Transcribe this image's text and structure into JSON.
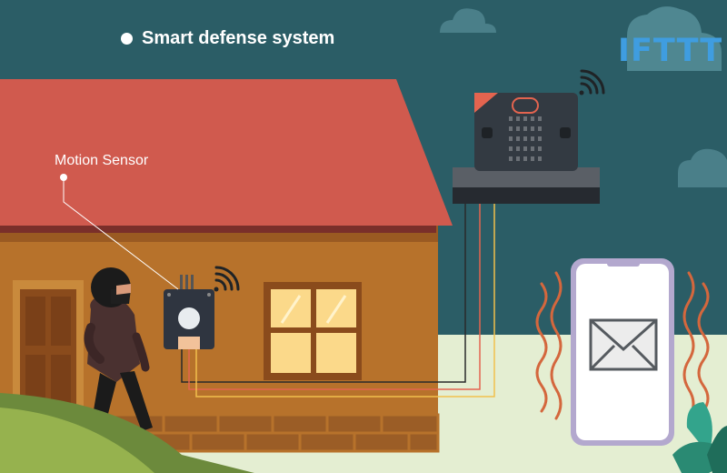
{
  "title": "Smart defense system",
  "labels": {
    "motion_sensor": "Motion Sensor",
    "brand": "IFTTT"
  },
  "icons": [
    "wifi-icon",
    "mail-icon",
    "cloud-icon"
  ],
  "colors": {
    "sky": "#2b5d66",
    "roof": "#d05a4e",
    "wall": "#b7722b",
    "window_glass": "#fbd98a",
    "board": "#333a42",
    "wire_red": "#e4644f",
    "wire_yellow": "#f2c04c",
    "vibration": "#d4673d",
    "brand": "#3f9de0"
  }
}
